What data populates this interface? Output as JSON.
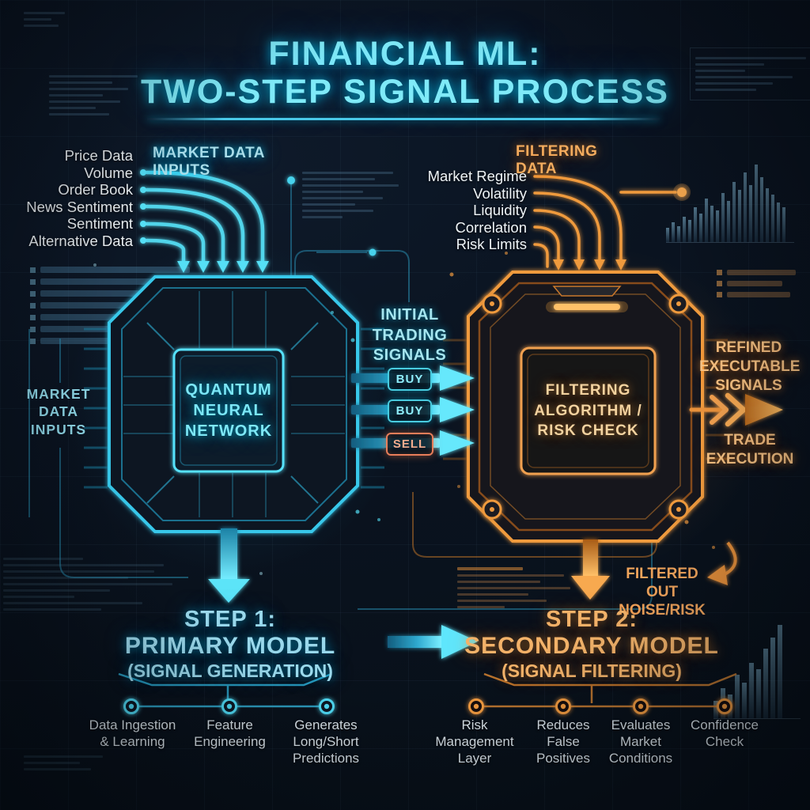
{
  "title": {
    "line1": "FINANCIAL ML:",
    "line2": "TWO-STEP SIGNAL PROCESS"
  },
  "accent_colors": {
    "cyan": "#5fe0f2",
    "orange": "#f0993f",
    "buy_badge": "#49ccdf",
    "sell_badge": "#e87e5a",
    "background": "#0a1320",
    "text_primary": "#eff4f7"
  },
  "market_inputs": {
    "header": "MARKET DATA INPUTS",
    "items": [
      "Price Data",
      "Volume",
      "Order Book",
      "News Sentiment",
      "Sentiment",
      "Alternative Data"
    ]
  },
  "filtering_inputs": {
    "header": "FILTERING DATA",
    "items": [
      "Market Regime",
      "Volatility",
      "Liquidity",
      "Correlation",
      "Risk Limits"
    ]
  },
  "primary_chip": {
    "label": "QUANTUM NEURAL NETWORK"
  },
  "secondary_chip": {
    "label": "FILTERING ALGORITHM / RISK CHECK"
  },
  "initial_signals": {
    "header": "INITIAL TRADING SIGNALS",
    "badges": [
      "BUY",
      "BUY",
      "SELL"
    ]
  },
  "side_label": {
    "text": "MARKET DATA INPUTS"
  },
  "outputs": {
    "refined": "REFINED EXECUTABLE SIGNALS",
    "trade": "TRADE EXECUTION",
    "filtered_line1": "FILTERED OUT",
    "filtered_line2": "NOISE/RISK"
  },
  "step1": {
    "line1": "STEP 1:",
    "line2": "PRIMARY MODEL",
    "line3": "(SIGNAL GENERATION)",
    "items": [
      "Data Ingestion & Learning",
      "Feature Engineering",
      "Generates Long/Short Predictions"
    ]
  },
  "step2": {
    "line1": "STEP 2:",
    "line2": "SECONDARY MODEL",
    "line3": "(SIGNAL FILTERING)",
    "items": [
      "Risk Management Layer",
      "Reduces False Positives",
      "Evaluates Market Conditions",
      "Confidence Check"
    ]
  }
}
